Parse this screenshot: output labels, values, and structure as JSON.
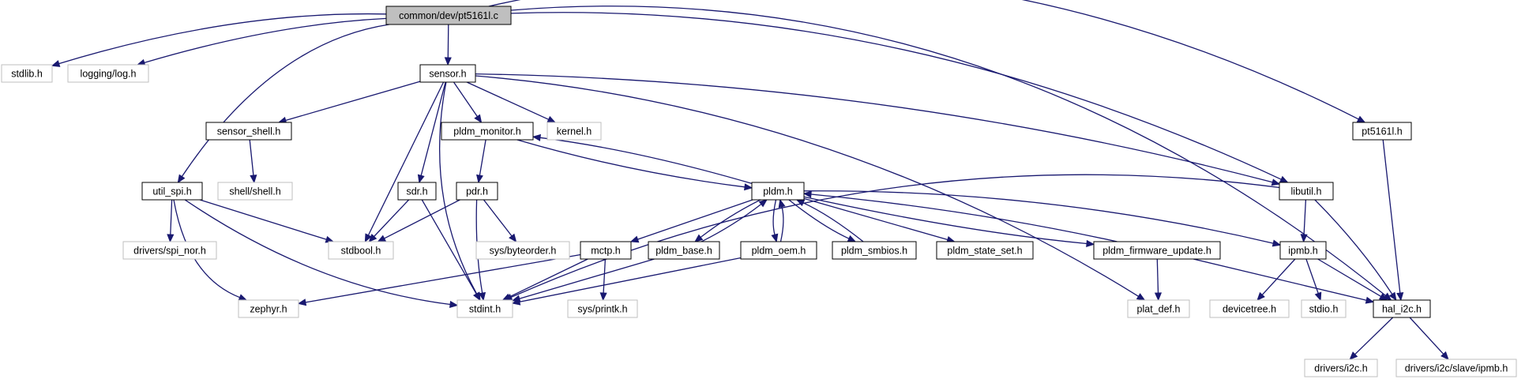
{
  "graph": {
    "title": "common/dev/pt5161l.c",
    "colors": {
      "edge": "#191970",
      "root_fill": "#bfbfbf",
      "external_border": "#bfbfbf",
      "node_border": "#000000"
    },
    "nodes": [
      {
        "id": "root",
        "label": "common/dev/pt5161l.c",
        "kind": "root"
      },
      {
        "id": "stdlib",
        "label": "stdlib.h",
        "kind": "external"
      },
      {
        "id": "log",
        "label": "logging/log.h",
        "kind": "external"
      },
      {
        "id": "sensor",
        "label": "sensor.h",
        "kind": "file"
      },
      {
        "id": "util_spi",
        "label": "util_spi.h",
        "kind": "file"
      },
      {
        "id": "libutil",
        "label": "libutil.h",
        "kind": "file"
      },
      {
        "id": "pt5161l",
        "label": "pt5161l.h",
        "kind": "file"
      },
      {
        "id": "hal_i2c",
        "label": "hal_i2c.h",
        "kind": "file"
      },
      {
        "id": "sensor_shell",
        "label": "sensor_shell.h",
        "kind": "file"
      },
      {
        "id": "pldm_monitor",
        "label": "pldm_monitor.h",
        "kind": "file"
      },
      {
        "id": "kernel",
        "label": "kernel.h",
        "kind": "external"
      },
      {
        "id": "shell",
        "label": "shell/shell.h",
        "kind": "external"
      },
      {
        "id": "sdr",
        "label": "sdr.h",
        "kind": "file"
      },
      {
        "id": "pdr",
        "label": "pdr.h",
        "kind": "file"
      },
      {
        "id": "pldm",
        "label": "pldm.h",
        "kind": "file"
      },
      {
        "id": "stdbool",
        "label": "stdbool.h",
        "kind": "external"
      },
      {
        "id": "spi_nor",
        "label": "drivers/spi_nor.h",
        "kind": "external"
      },
      {
        "id": "byteorder",
        "label": "sys/byteorder.h",
        "kind": "external"
      },
      {
        "id": "mctp",
        "label": "mctp.h",
        "kind": "file"
      },
      {
        "id": "pldm_base",
        "label": "pldm_base.h",
        "kind": "file"
      },
      {
        "id": "pldm_oem",
        "label": "pldm_oem.h",
        "kind": "file"
      },
      {
        "id": "pldm_smbios",
        "label": "pldm_smbios.h",
        "kind": "file"
      },
      {
        "id": "pldm_state_set",
        "label": "pldm_state_set.h",
        "kind": "file"
      },
      {
        "id": "pldm_fw",
        "label": "pldm_firmware_update.h",
        "kind": "file"
      },
      {
        "id": "ipmb",
        "label": "ipmb.h",
        "kind": "file"
      },
      {
        "id": "zephyr",
        "label": "zephyr.h",
        "kind": "external"
      },
      {
        "id": "stdint",
        "label": "stdint.h",
        "kind": "external"
      },
      {
        "id": "printk",
        "label": "sys/printk.h",
        "kind": "external"
      },
      {
        "id": "plat_def",
        "label": "plat_def.h",
        "kind": "external"
      },
      {
        "id": "devicetree",
        "label": "devicetree.h",
        "kind": "external"
      },
      {
        "id": "stdio",
        "label": "stdio.h",
        "kind": "external"
      },
      {
        "id": "drivers_i2c",
        "label": "drivers/i2c.h",
        "kind": "external"
      },
      {
        "id": "i2c_slave_ipmb",
        "label": "drivers/i2c/slave/ipmb.h",
        "kind": "external"
      }
    ],
    "edges": [
      {
        "from": "root",
        "to": "stdlib"
      },
      {
        "from": "root",
        "to": "log"
      },
      {
        "from": "root",
        "to": "sensor"
      },
      {
        "from": "root",
        "to": "util_spi"
      },
      {
        "from": "root",
        "to": "libutil"
      },
      {
        "from": "root",
        "to": "pt5161l"
      },
      {
        "from": "root",
        "to": "hal_i2c"
      },
      {
        "from": "sensor",
        "to": "sensor_shell"
      },
      {
        "from": "sensor",
        "to": "pldm_monitor"
      },
      {
        "from": "sensor",
        "to": "kernel"
      },
      {
        "from": "sensor",
        "to": "sdr"
      },
      {
        "from": "sensor",
        "to": "stdbool"
      },
      {
        "from": "sensor",
        "to": "stdint"
      },
      {
        "from": "sensor",
        "to": "libutil"
      },
      {
        "from": "sensor",
        "to": "plat_def"
      },
      {
        "from": "sensor_shell",
        "to": "shell"
      },
      {
        "from": "pldm_monitor",
        "to": "pdr"
      },
      {
        "from": "pldm_monitor",
        "to": "pldm"
      },
      {
        "from": "pldm",
        "to": "pldm_monitor"
      },
      {
        "from": "pdr",
        "to": "stdbool"
      },
      {
        "from": "pdr",
        "to": "byteorder"
      },
      {
        "from": "pdr",
        "to": "stdint"
      },
      {
        "from": "sdr",
        "to": "stdbool"
      },
      {
        "from": "sdr",
        "to": "stdint"
      },
      {
        "from": "util_spi",
        "to": "spi_nor"
      },
      {
        "from": "util_spi",
        "to": "stdbool"
      },
      {
        "from": "util_spi",
        "to": "zephyr"
      },
      {
        "from": "util_spi",
        "to": "stdint"
      },
      {
        "from": "pldm",
        "to": "mctp"
      },
      {
        "from": "pldm",
        "to": "pldm_base"
      },
      {
        "from": "pldm_base",
        "to": "pldm"
      },
      {
        "from": "pldm",
        "to": "pldm_oem"
      },
      {
        "from": "pldm_oem",
        "to": "pldm"
      },
      {
        "from": "pldm",
        "to": "pldm_smbios"
      },
      {
        "from": "pldm_smbios",
        "to": "pldm"
      },
      {
        "from": "pldm",
        "to": "pldm_state_set"
      },
      {
        "from": "pldm",
        "to": "pldm_fw"
      },
      {
        "from": "pldm_fw",
        "to": "pldm"
      },
      {
        "from": "pldm",
        "to": "ipmb"
      },
      {
        "from": "mctp",
        "to": "zephyr"
      },
      {
        "from": "mctp",
        "to": "stdint"
      },
      {
        "from": "mctp",
        "to": "printk"
      },
      {
        "from": "pldm_base",
        "to": "stdint"
      },
      {
        "from": "pldm_oem",
        "to": "stdint"
      },
      {
        "from": "pldm_fw",
        "to": "plat_def"
      },
      {
        "from": "pldm_fw",
        "to": "hal_i2c"
      },
      {
        "from": "libutil",
        "to": "stdint"
      },
      {
        "from": "libutil",
        "to": "ipmb"
      },
      {
        "from": "libutil",
        "to": "hal_i2c"
      },
      {
        "from": "ipmb",
        "to": "devicetree"
      },
      {
        "from": "ipmb",
        "to": "stdio"
      },
      {
        "from": "ipmb",
        "to": "hal_i2c"
      },
      {
        "from": "pt5161l",
        "to": "hal_i2c"
      },
      {
        "from": "hal_i2c",
        "to": "drivers_i2c"
      },
      {
        "from": "hal_i2c",
        "to": "i2c_slave_ipmb"
      }
    ]
  }
}
